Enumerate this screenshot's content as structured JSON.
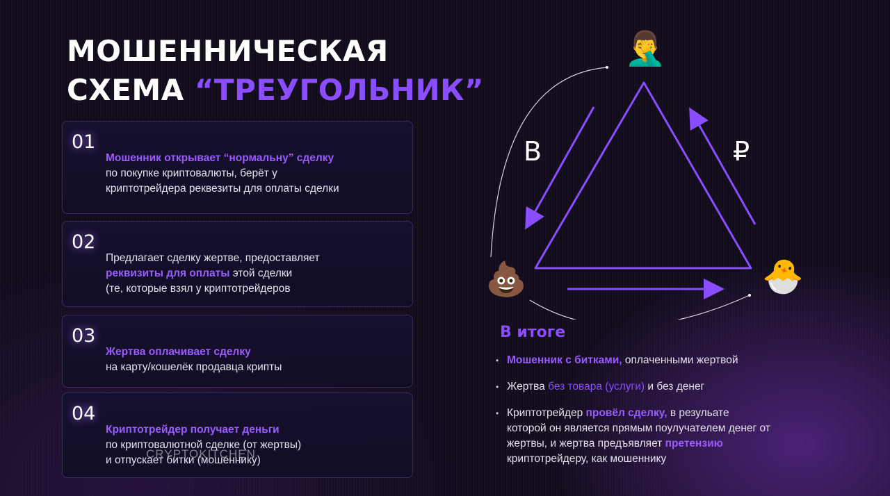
{
  "title": {
    "line1": "МОШЕННИЧЕСКАЯ",
    "line2_prefix": "СХЕМА ",
    "line2_accent": "“ТРЕУГОЛЬНИК”"
  },
  "steps": [
    {
      "number": "01",
      "highlight": "Мошенник открывает “нормальну” сделку",
      "line2": "по покупке криптовалюты, берёт у",
      "line3": "криптотрейдера реквезиты для оплаты сделки"
    },
    {
      "number": "02",
      "line1": "Предлагает сделку жертве, предоставляет",
      "highlight": "реквизиты для оплаты",
      "line2_rest": " этой сделки",
      "line3": "(те, которые взял у криптотрейдеров"
    },
    {
      "number": "03",
      "highlight": "Жертва оплачивает сделку",
      "line2": "на карту/кошелёк продавца крипты"
    },
    {
      "number": "04",
      "highlight": "Криптотрейдер получает деньги",
      "line2": "по криптовалютной сделке (от жертвы)",
      "line3": "и отпускает битки (мошеннику)"
    }
  ],
  "watermark": "CRYPTOKITCHEN",
  "diagram": {
    "emoji_top": "🤦‍♂️",
    "emoji_left": "💩",
    "emoji_right": "🐣",
    "currency_left": "B",
    "currency_right": "₽"
  },
  "result": {
    "title": "В итоге",
    "bullet1_hl": "Мошенник с битками,",
    "bullet1_rest": " оплаченными жертвой",
    "bullet2_a": "Жертва ",
    "bullet2_hl": "без товара (услуги)",
    "bullet2_b": " и без денег",
    "bullet3_a": "Криптотрейдер ",
    "bullet3_hl": "провёл сделку,",
    "bullet3_b": " в резульате которой он является прямым поулучателем денег от жертвы, и жертва предъявляет ",
    "bullet3_hl2": "претензию",
    "bullet3_c": " криптотрейдеру, как мошеннику"
  },
  "colors": {
    "accent": "#8a4dff",
    "background": "#120c1c",
    "card_border": "#3a2d63"
  }
}
